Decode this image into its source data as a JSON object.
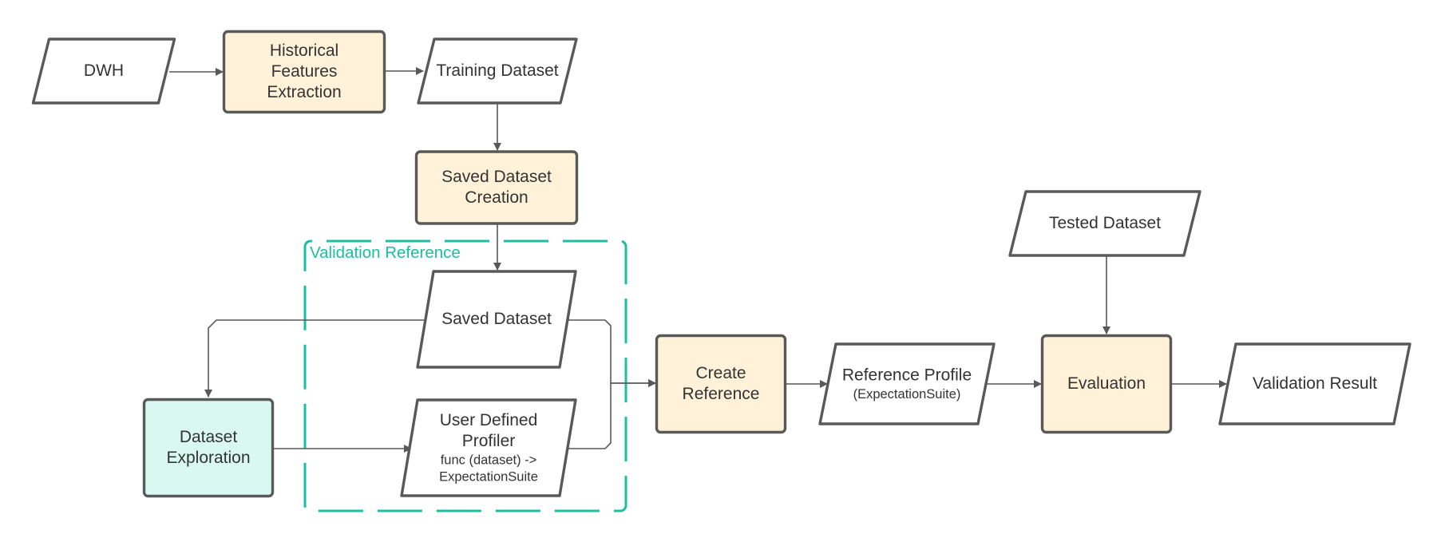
{
  "colors": {
    "process_fill": "#fff2d9",
    "exploration_fill": "#d8f8f1",
    "data_fill": "#ffffff",
    "group_accent": "#18c0a0",
    "stroke": "#595959",
    "text": "#333333"
  },
  "groups": {
    "validation_reference": {
      "label": "Validation Reference"
    }
  },
  "nodes": {
    "dwh": {
      "lines": [
        "DWH"
      ]
    },
    "historical_features": {
      "lines": [
        "Historical",
        "Features",
        "Extraction"
      ]
    },
    "training_dataset": {
      "lines": [
        "Training Dataset"
      ]
    },
    "saved_dataset_creation": {
      "lines": [
        "Saved Dataset",
        "Creation"
      ]
    },
    "saved_dataset": {
      "lines": [
        "Saved Dataset"
      ]
    },
    "dataset_exploration": {
      "lines": [
        "Dataset",
        "Exploration"
      ]
    },
    "user_defined_profiler": {
      "lines": [
        "User Defined",
        "Profiler"
      ],
      "sub": [
        "func (dataset) ->",
        "ExpectationSuite"
      ]
    },
    "create_reference": {
      "lines": [
        "Create",
        "Reference"
      ]
    },
    "reference_profile": {
      "lines": [
        "Reference Profile"
      ],
      "sub": [
        "(ExpectationSuite)"
      ]
    },
    "tested_dataset": {
      "lines": [
        "Tested Dataset"
      ]
    },
    "evaluation": {
      "lines": [
        "Evaluation"
      ]
    },
    "validation_result": {
      "lines": [
        "Validation Result"
      ]
    }
  },
  "edges": [
    {
      "from": "dwh",
      "to": "historical_features"
    },
    {
      "from": "historical_features",
      "to": "training_dataset"
    },
    {
      "from": "training_dataset",
      "to": "saved_dataset_creation"
    },
    {
      "from": "saved_dataset_creation",
      "to": "saved_dataset"
    },
    {
      "from": "saved_dataset",
      "to": "dataset_exploration"
    },
    {
      "from": "dataset_exploration",
      "to": "user_defined_profiler"
    },
    {
      "from": "saved_dataset",
      "to": "create_reference"
    },
    {
      "from": "user_defined_profiler",
      "to": "create_reference"
    },
    {
      "from": "create_reference",
      "to": "reference_profile"
    },
    {
      "from": "reference_profile",
      "to": "evaluation"
    },
    {
      "from": "tested_dataset",
      "to": "evaluation"
    },
    {
      "from": "evaluation",
      "to": "validation_result"
    }
  ]
}
